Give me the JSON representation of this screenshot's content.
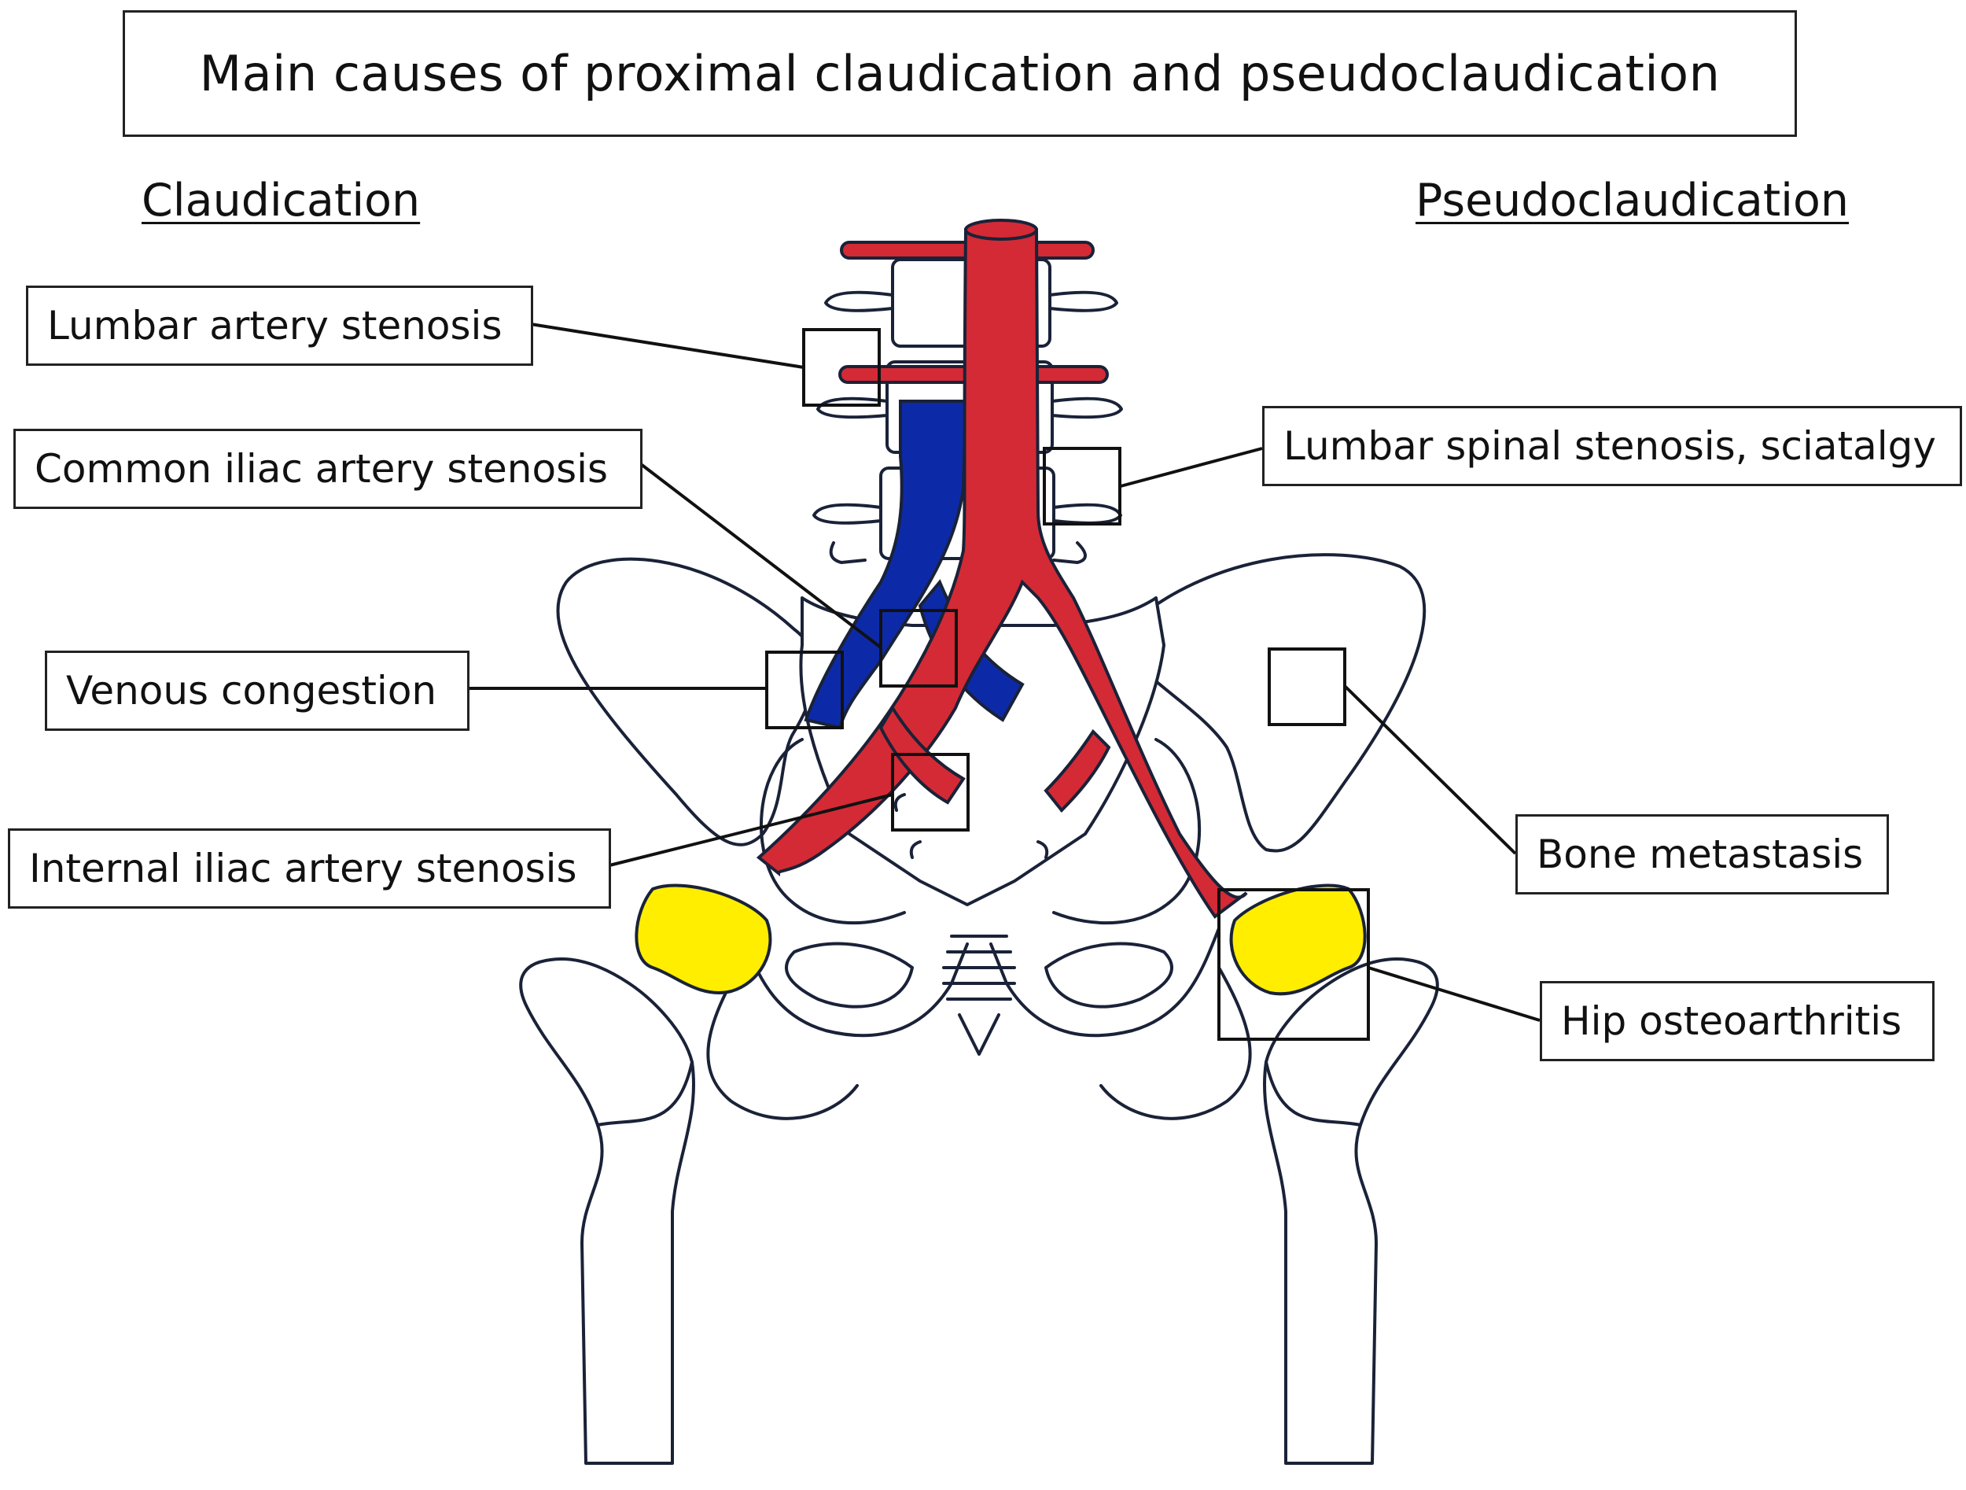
{
  "title": "Main causes of proximal claudication and pseudoclaudication",
  "left_heading": "Claudication",
  "right_heading": "Pseudoclaudication",
  "labels": {
    "lumbar_artery": "Lumbar artery stenosis",
    "common_iliac": "Common iliac artery stenosis",
    "venous": "Venous congestion",
    "internal_iliac": "Internal iliac artery stenosis",
    "lumbar_spinal": "Lumbar spinal stenosis, sciatalgy",
    "bone_metastasis": "Bone metastasis",
    "hip_oa": "Hip osteoarthritis"
  },
  "colors": {
    "artery": "#d42a35",
    "vein": "#0c2aa8",
    "hip_joint": "#ffee00",
    "outline": "#1a2238"
  }
}
